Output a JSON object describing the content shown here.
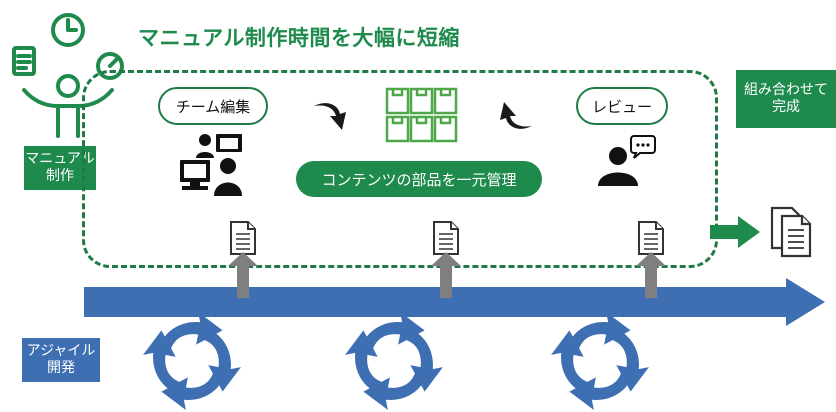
{
  "headline": "マニュアル制作時間を大幅に短縮",
  "left_label": "マニュアル\n制作",
  "right_label": "組み合わせて\n完成",
  "agile_label": "アジャイル\n開発",
  "pills": {
    "team_edit": "チーム編集",
    "review": "レビュー",
    "center": "コンテンツの部品を一元管理"
  },
  "colors": {
    "green": "#1e8a4c",
    "dark_green": "#1e7a46",
    "blue": "#3f6fb3",
    "gray_arrow": "#7f7f7f"
  },
  "icons": [
    "manual-worker-icon",
    "team-computers-icon",
    "modules-grid-icon",
    "reviewer-icon",
    "document-icon",
    "cycle-arrows-icon",
    "curved-arrow-icon",
    "combined-documents-icon"
  ]
}
